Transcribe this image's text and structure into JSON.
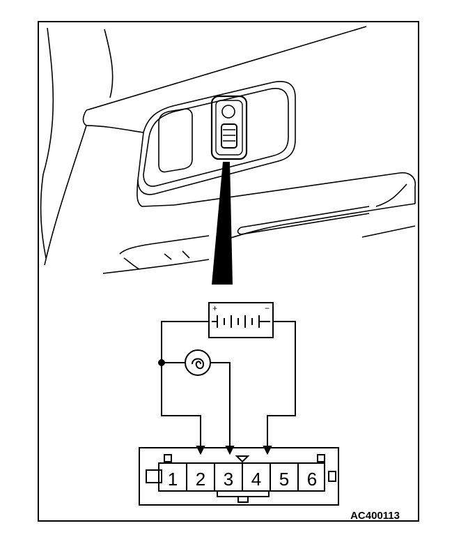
{
  "figure_code": "AC400113",
  "connector": {
    "pins": [
      "1",
      "2",
      "3",
      "4",
      "5",
      "6"
    ]
  },
  "battery": {
    "plus": "+",
    "minus": "−"
  }
}
